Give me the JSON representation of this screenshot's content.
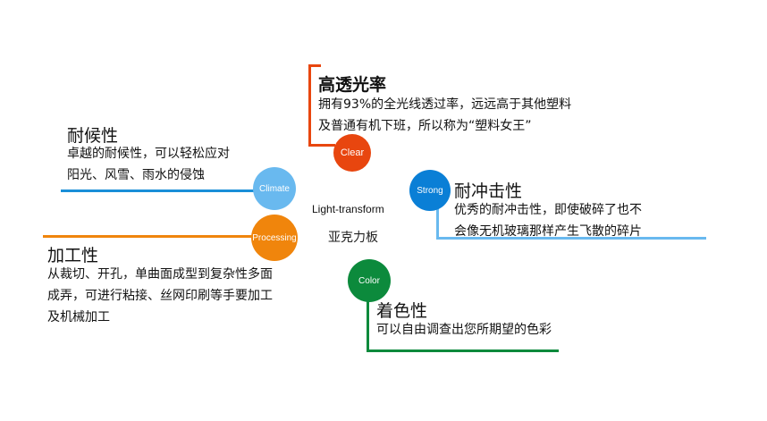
{
  "center": {
    "label_en": "Light-transform",
    "label_zh": "亚克力板"
  },
  "colors": {
    "clear": "#e8460f",
    "strong": "#0a7fd6",
    "climate": "#69b9ef",
    "processing": "#f0850c",
    "color": "#0c8a3c",
    "clear_bracket": "#e8460f",
    "strong_bracket": "#69b9ef",
    "climate_line": "#1a8fd8",
    "processing_line": "#f0850c",
    "color_bracket": "#0c8a3c"
  },
  "nodes": {
    "clear": {
      "circle_label": "Clear",
      "title": "高透光率",
      "desc": [
        "拥有93%的全光线透过率，远远高于其他塑料",
        "及普通有机下班，所以称为“塑料女王”"
      ]
    },
    "strong": {
      "circle_label": "Strong",
      "title": "耐冲击性",
      "desc": [
        "优秀的耐冲击性，即使破碎了也不",
        "会像无机玻璃那样产生飞散的碎片"
      ]
    },
    "climate": {
      "circle_label": "Climate",
      "title": "耐候性",
      "desc": [
        "卓越的耐候性，可以轻松应对",
        "阳光、风雪、雨水的侵蚀"
      ]
    },
    "processing": {
      "circle_label": "Processing",
      "title": "加工性",
      "desc": [
        "从裁切、开孔，单曲面成型到复杂性多面",
        "成弄，可进行粘接、丝网印刷等手要加工",
        "及机械加工"
      ]
    },
    "color": {
      "circle_label": "Color",
      "title": "着色性",
      "desc": [
        "可以自由调查出您所期望的色彩"
      ]
    }
  }
}
